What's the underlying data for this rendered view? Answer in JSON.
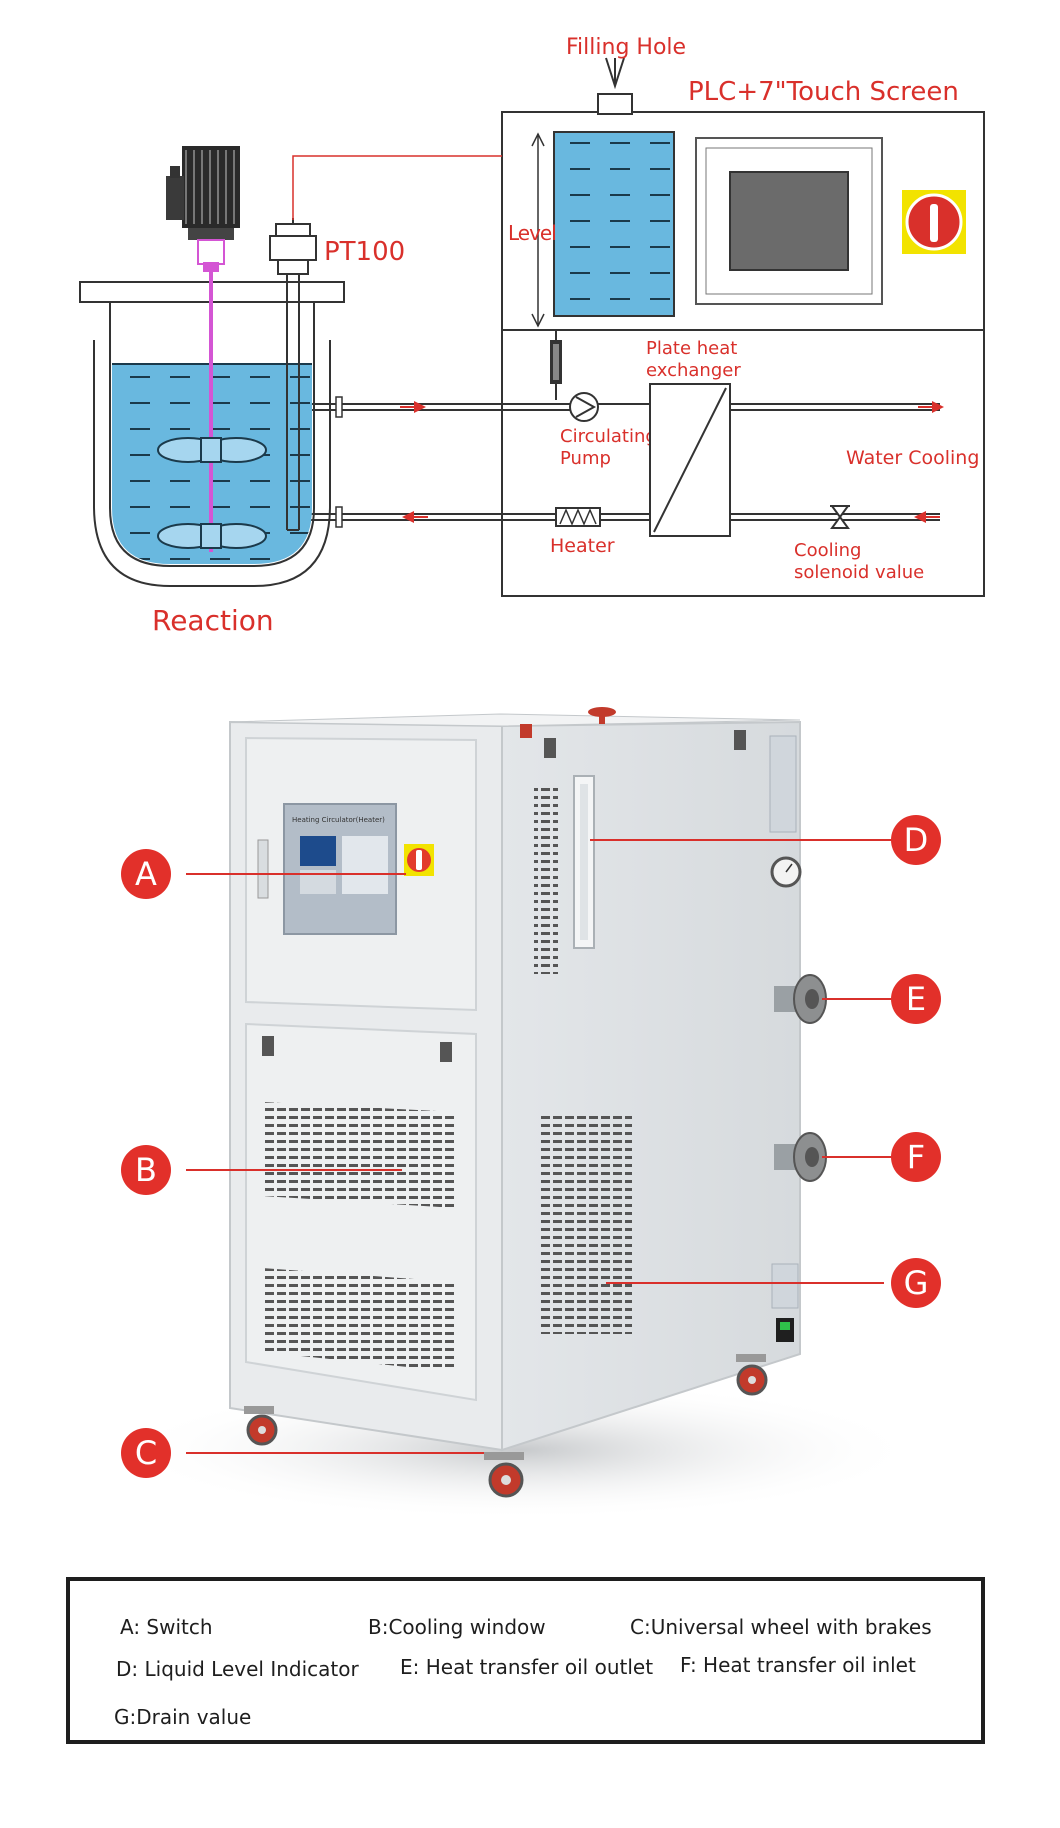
{
  "diagram": {
    "filling_hole": "Filling Hole",
    "plc_screen": "PLC+7\"Touch Screen",
    "pt100": "PT100",
    "level": "Level",
    "plate_heat_exchanger": [
      "Plate heat",
      "exchanger"
    ],
    "circulating_pump": [
      "Circulating",
      "Pump"
    ],
    "water_cooling": "Water Cooling",
    "heater": "Heater",
    "cooling_solenoid": [
      "Cooling",
      "solenoid value"
    ],
    "reaction": "Reaction"
  },
  "machine": {
    "panel_title": "Heating Circulator(Heater)",
    "markers": [
      "A",
      "B",
      "C",
      "D",
      "E",
      "F",
      "G"
    ]
  },
  "legend": {
    "a": "A: Switch",
    "b": "B:Cooling window",
    "c": "C:Universal wheel with brakes",
    "d": "D: Liquid Level Indicator",
    "e": "E:  Heat transfer oil outlet",
    "f": "F: Heat transfer oil inlet",
    "g": "G:Drain value"
  },
  "colors": {
    "accent": "#d9302b",
    "liquid": "#69b8df",
    "cabinet": "#e8eaec"
  }
}
